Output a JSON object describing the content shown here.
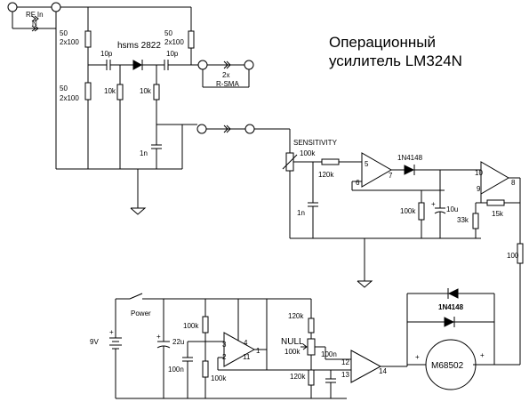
{
  "title": {
    "line1": "Операционный",
    "line2": "усилитель LM324N"
  },
  "labels": {
    "rf_in_1": "RF In",
    "rf_in_2": "N",
    "r50_left_top_a": "50",
    "r50_left_top_b": "2x100",
    "r50_left_bot_a": "50",
    "r50_left_bot_b": "2x100",
    "r50_right_a": "50",
    "r50_right_b": "2x100",
    "c10p_left": "10p",
    "c10p_right": "10p",
    "diode_hsms": "hsms 2822",
    "r10k_a": "10k",
    "r10k_b": "10k",
    "c1n_top": "1n",
    "sma_1": "2x",
    "sma_2": "R-SMA",
    "sensitivity": "SENSITIVITY",
    "pot_100k": "100k",
    "r120k_top": "120k",
    "c1n_mid": "1n",
    "op1_in_plus": "5",
    "op1_in_minus": "6",
    "op1_out": "7",
    "d_1n4148_top": "1N4148",
    "r100k_mid": "100k",
    "c10u": "10u",
    "op2_in_plus": "10",
    "op2_in_minus": "9",
    "op2_out": "8",
    "r33k": "33k",
    "r15k": "15k",
    "r100_right": "100",
    "power": "Power",
    "batt_9v": "9V",
    "c22u": "22u",
    "c100n_left": "100n",
    "r100k_div_top": "100k",
    "r100k_div_bot": "100k",
    "op3_in_plus": "3",
    "op3_in_minus": "2",
    "op3_v4": "4",
    "op3_out": "1",
    "op3_v11": "11",
    "r120k_null_top": "120k",
    "null": "NULL",
    "pot_null": "100k",
    "r120k_null_bot": "120k",
    "c100n_right": "100n",
    "op4_in_plus": "12",
    "op4_in_minus": "13",
    "op4_out": "14",
    "d_1n4148_bot": "1N4148",
    "meter": "M68502",
    "plus_sign": "+"
  }
}
